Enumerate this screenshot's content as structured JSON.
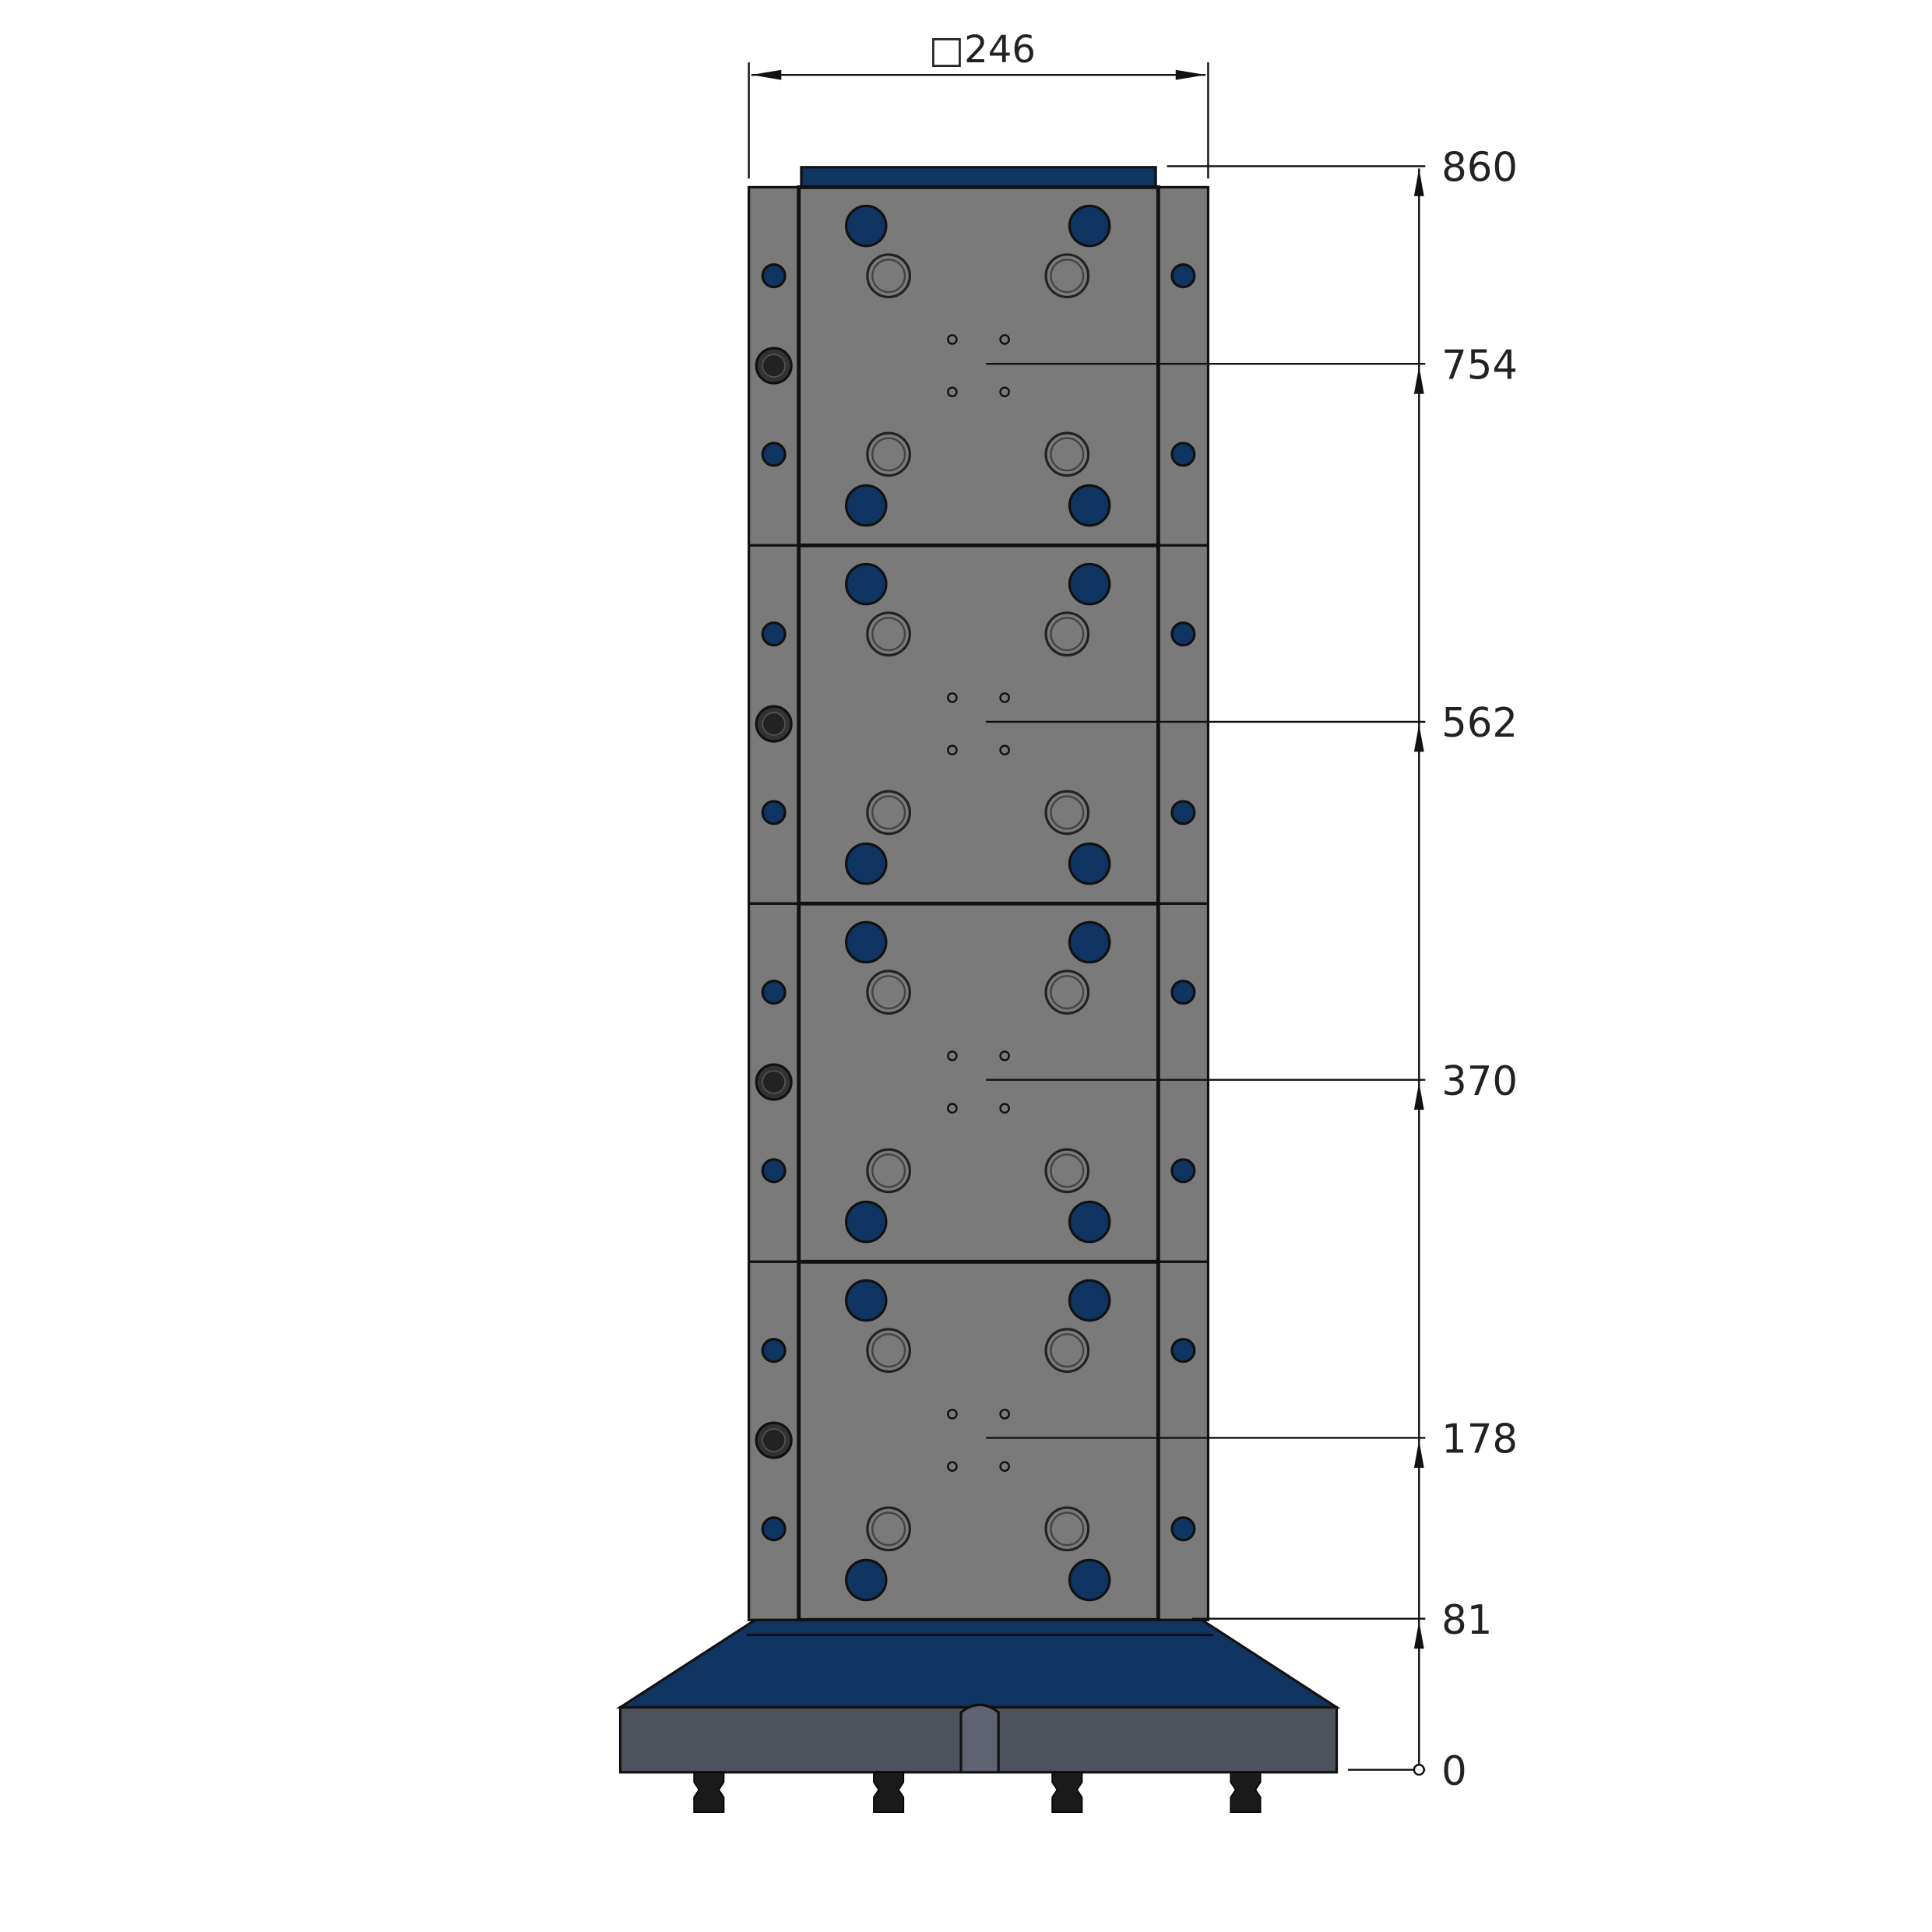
{
  "title_dimension": {
    "label": "□246",
    "value": 246
  },
  "height_dimensions": [
    {
      "label": "860",
      "value": 860
    },
    {
      "label": "754",
      "value": 754
    },
    {
      "label": "562",
      "value": 562
    },
    {
      "label": "370",
      "value": 370
    },
    {
      "label": "178",
      "value": 178
    },
    {
      "label": "81",
      "value": 81
    },
    {
      "label": "0",
      "value": 0
    }
  ],
  "module_count": 4,
  "foot_count": 4,
  "colors": {
    "plate": "#7a7a7a",
    "blue": "#0f3461",
    "base_gray": "#4e525c",
    "outline": "#111111"
  }
}
